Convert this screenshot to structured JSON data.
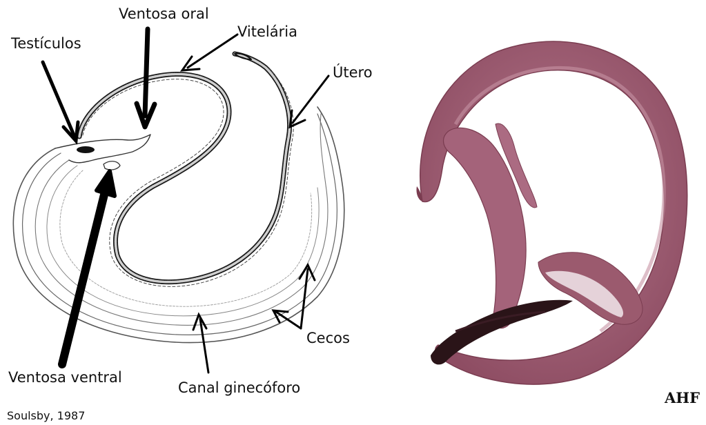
{
  "labels": {
    "ventosa_oral": "Ventosa oral",
    "vitelaria": "Vitelária",
    "testiculos": "Testículos",
    "utero": "Útero",
    "cecos": "Cecos",
    "ventosa_ventral": "Ventosa ventral",
    "canal_ginecoforo": "Canal ginecóforo"
  },
  "credits": {
    "drawing": "Soulsby, 1987",
    "photo": "AHF"
  },
  "colors": {
    "photo_worm_body": "#9b5a6e",
    "photo_worm_dark": "#2a1418",
    "drawing_ink": "#111111"
  }
}
